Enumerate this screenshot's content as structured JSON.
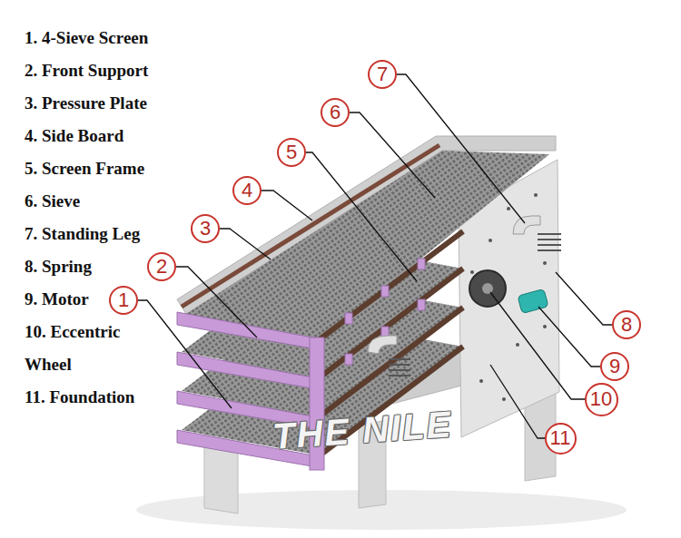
{
  "diagram": {
    "nodes": [
      {
        "text": [
          "7"
        ]
      },
      {
        "text": [
          "6"
        ]
      },
      {
        "text": [
          "5"
        ]
      },
      {
        "text": [
          "4"
        ]
      },
      {
        "text": [
          "3"
        ]
      },
      {
        "text": [
          "2"
        ]
      },
      {
        "text": [
          "1"
        ]
      },
      {
        "text": [
          "8"
        ]
      },
      {
        "text": [
          "9"
        ]
      },
      {
        "text": [
          "10"
        ]
      },
      {
        "text": [
          "11"
        ]
      }
    ],
    "labels": [
      "1. 4-Sieve Screen",
      "2. Front Support",
      "3. Pressure Plate",
      "4. Side Board",
      "5. Screen Frame",
      "6. Sieve",
      "7. Standing Leg",
      "8. Spring",
      "9. Motor",
      "10. Eccentric Wheel",
      "11. Foundation",
      "THE NILE"
    ]
  }
}
